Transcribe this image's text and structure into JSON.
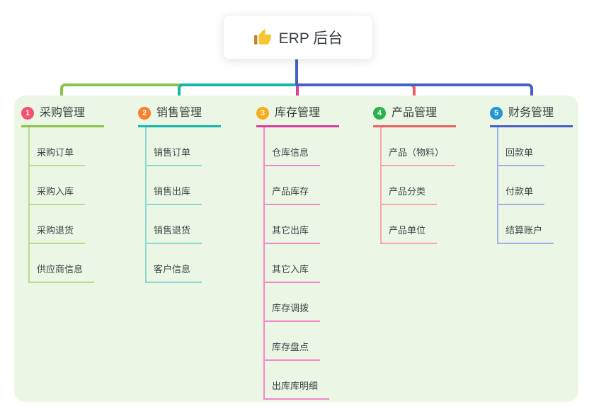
{
  "root": {
    "icon": "thumbs-up-icon",
    "title": "ERP 后台"
  },
  "branches": [
    {
      "num": "1",
      "label": "采购管理",
      "color": "#8bc34a",
      "light_color": "#b7dc92",
      "badge_color": "#f4516c",
      "children": [
        "采购订单",
        "采购入库",
        "采购退货",
        "供应商信息"
      ]
    },
    {
      "num": "2",
      "label": "销售管理",
      "color": "#14b8ab",
      "light_color": "#8ad8d1",
      "badge_color": "#fd7e2a",
      "children": [
        "销售订单",
        "销售出库",
        "销售退货",
        "客户信息"
      ]
    },
    {
      "num": "3",
      "label": "库存管理",
      "color": "#df3a9e",
      "light_color": "#ef89c7",
      "badge_color": "#f9ab18",
      "children": [
        "仓库信息",
        "产品库存",
        "其它出库",
        "其它入库",
        "库存调拨",
        "库存盘点",
        "出库库明细"
      ]
    },
    {
      "num": "4",
      "label": "产品管理",
      "color": "#f25e5e",
      "light_color": "#f8a6a6",
      "badge_color": "#27b24b",
      "children": [
        "产品（物料）",
        "产品分类",
        "产品单位"
      ]
    },
    {
      "num": "5",
      "label": "财务管理",
      "color": "#4560c8",
      "light_color": "#a0b1e8",
      "badge_color": "#2196d6",
      "children": [
        "回款单",
        "付款单",
        "结算账户"
      ]
    }
  ],
  "colors": {
    "panel_bg": "#ebf7e4",
    "trunk": "#4560c8",
    "title_text": "#3a3f45",
    "node_text": "#40454a"
  }
}
